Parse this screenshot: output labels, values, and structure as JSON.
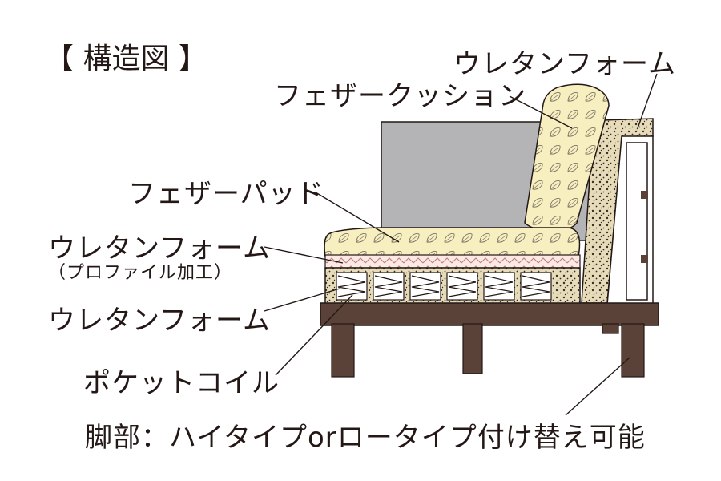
{
  "title": "【 構造図 】",
  "labels": {
    "urethane_back": "ウレタンフォーム",
    "feather_cushion": "フェザークッション",
    "feather_pad": "フェザーパッド",
    "urethane_profile": "ウレタンフォーム",
    "profile_note": "（プロファイル加工）",
    "urethane_lower": "ウレタンフォーム",
    "pocket_coil": "ポケットコイル",
    "legs": "脚部：ハイタイプorロータイプ付け替え可能"
  },
  "colors": {
    "feather": "#f7efc0",
    "back_panel": "#b4b4b6",
    "profile_foam": "#f2c9c4",
    "urethane": "#e6dcb9",
    "frame_wood": "#5b4238",
    "outline": "#231815"
  }
}
